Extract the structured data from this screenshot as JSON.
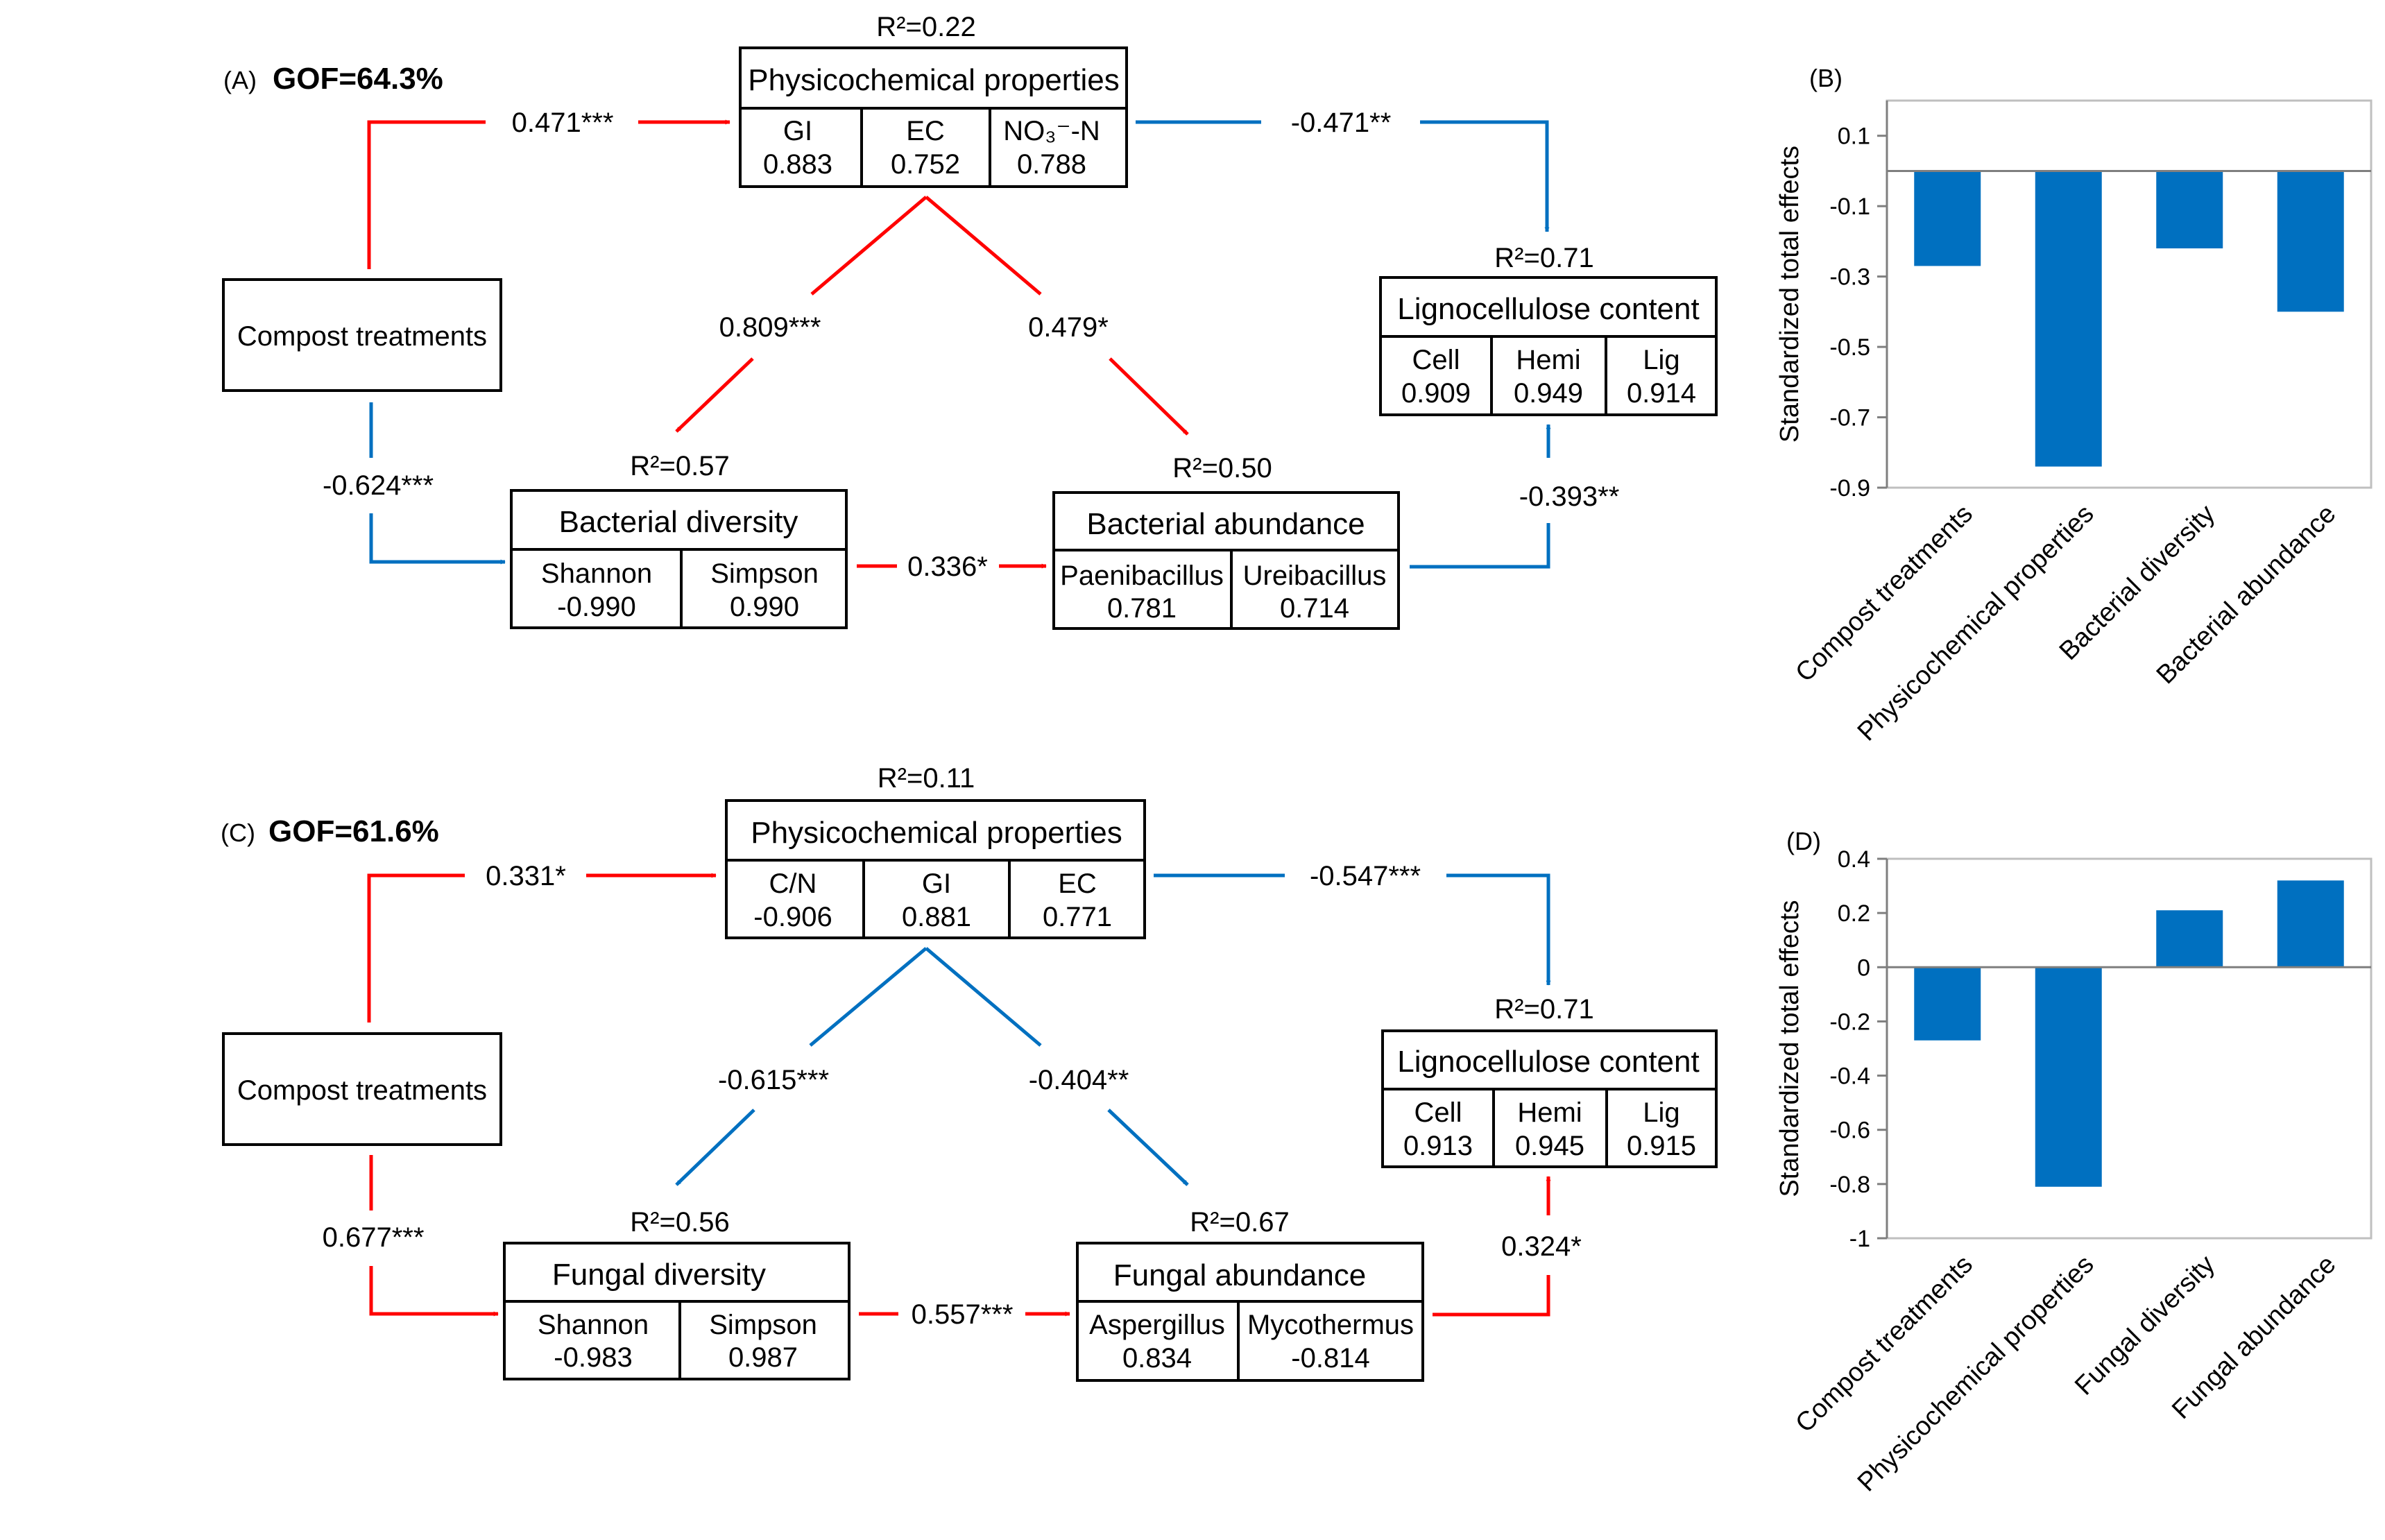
{
  "colors": {
    "positive": "#ff0000",
    "negative": "#0070c0",
    "bar": "#0070c0",
    "box_stroke": "#000000"
  },
  "panel_a": {
    "panel_label": "(A)",
    "gof": "GOF=64.3%",
    "compost": {
      "title": "Compost treatments"
    },
    "phys": {
      "r2": "R²=0.22",
      "title": "Physicochemical properties",
      "cells": [
        {
          "name": "GI",
          "value": "0.883"
        },
        {
          "name": "EC",
          "value": "0.752"
        },
        {
          "name": "NO₃⁻-N",
          "value": "0.788"
        }
      ]
    },
    "bdiv": {
      "r2": "R²=0.57",
      "title": "Bacterial diversity",
      "cells": [
        {
          "name": "Shannon",
          "value": "-0.990"
        },
        {
          "name": "Simpson",
          "value": "0.990"
        }
      ]
    },
    "babund": {
      "r2": "R²=0.50",
      "title": "Bacterial abundance",
      "cells": [
        {
          "name": "Paenibacillus",
          "value": "0.781"
        },
        {
          "name": "Ureibacillus",
          "value": "0.714"
        }
      ]
    },
    "ligno": {
      "r2": "R²=0.71",
      "title": "Lignocellulose content",
      "cells": [
        {
          "name": "Cell",
          "value": "0.909"
        },
        {
          "name": "Hemi",
          "value": "0.949"
        },
        {
          "name": "Lig",
          "value": "0.914"
        }
      ]
    },
    "paths": {
      "compost_phys": "0.471***",
      "phys_ligno": "-0.471**",
      "phys_bdiv": "0.809***",
      "phys_babund": "0.479*",
      "compost_bdiv": "-0.624***",
      "bdiv_babund": "0.336*",
      "babund_ligno": "-0.393**"
    }
  },
  "panel_c": {
    "panel_label": "(C)",
    "gof": "GOF=61.6%",
    "compost": {
      "title": "Compost treatments"
    },
    "phys": {
      "r2": "R²=0.11",
      "title": "Physicochemical properties",
      "cells": [
        {
          "name": "C/N",
          "value": "-0.906"
        },
        {
          "name": "GI",
          "value": "0.881"
        },
        {
          "name": "EC",
          "value": "0.771"
        }
      ]
    },
    "fdiv": {
      "r2": "R²=0.56",
      "title": "Fungal diversity",
      "cells": [
        {
          "name": "Shannon",
          "value": "-0.983"
        },
        {
          "name": "Simpson",
          "value": "0.987"
        }
      ]
    },
    "fabund": {
      "r2": "R²=0.67",
      "title": "Fungal abundance",
      "cells": [
        {
          "name": "Aspergillus",
          "value": "0.834"
        },
        {
          "name": "Mycothermus",
          "value": "-0.814"
        }
      ]
    },
    "ligno": {
      "r2": "R²=0.71",
      "title": "Lignocellulose content",
      "cells": [
        {
          "name": "Cell",
          "value": "0.913"
        },
        {
          "name": "Hemi",
          "value": "0.945"
        },
        {
          "name": "Lig",
          "value": "0.915"
        }
      ]
    },
    "paths": {
      "compost_phys": "0.331*",
      "phys_ligno": "-0.547***",
      "phys_fdiv": "-0.615***",
      "phys_fabund": "-0.404**",
      "compost_fdiv": "0.677***",
      "fdiv_fabund": "0.557***",
      "fabund_ligno": "0.324*"
    }
  },
  "chart_data": [
    {
      "panel": "(B)",
      "type": "bar",
      "ylabel": "Standardized total effects",
      "categories": [
        "Compost treatments",
        "Physicochemical properties",
        "Bacterial diversity",
        "Bacterial abundance"
      ],
      "values": [
        -0.27,
        -0.84,
        -0.22,
        -0.4
      ],
      "ylim": [
        -0.9,
        0.2
      ],
      "yticks": [
        0.1,
        -0.1,
        -0.3,
        -0.5,
        -0.7,
        -0.9
      ],
      "ytick_labels": [
        "0.1",
        "-0.1",
        "-0.3",
        "-0.5",
        "-0.7",
        "-0.9"
      ],
      "zero_line": true,
      "grid": false
    },
    {
      "panel": "(D)",
      "type": "bar",
      "ylabel": "Standardized total effects",
      "categories": [
        "Compost treatments",
        "Physicochemical properties",
        "Fungal diversity",
        "Fungal abundance"
      ],
      "values": [
        -0.27,
        -0.81,
        0.21,
        0.32
      ],
      "ylim": [
        -1,
        0.4
      ],
      "yticks": [
        0.4,
        0.2,
        0,
        -0.2,
        -0.4,
        -0.6,
        -0.8,
        -1
      ],
      "ytick_labels": [
        "0.4",
        "0.2",
        "0",
        "-0.2",
        "-0.4",
        "-0.6",
        "-0.8",
        "-1"
      ],
      "zero_line": true,
      "grid": false
    }
  ]
}
